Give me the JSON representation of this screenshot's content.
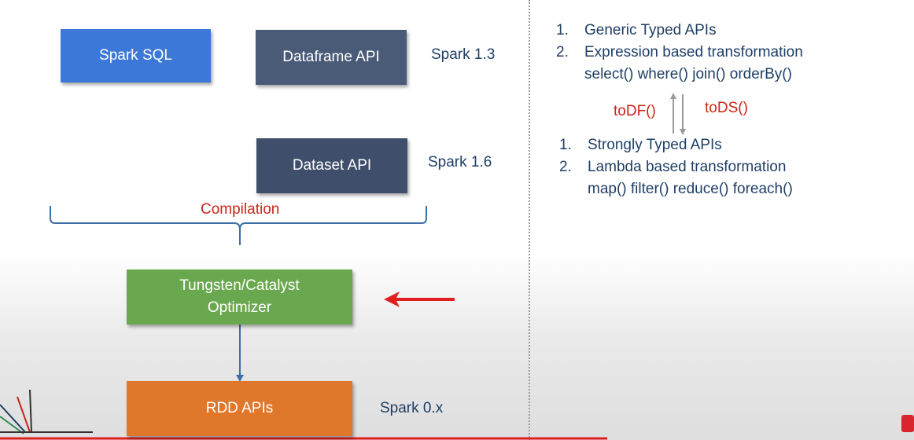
{
  "left": {
    "spark_sql": "Spark SQL",
    "dataframe_api": "Dataframe API",
    "dataset_api": "Dataset API",
    "spark_13": "Spark 1.3",
    "spark_16": "Spark 1.6",
    "compilation": "Compilation",
    "optimizer_line1": "Tungsten/Catalyst",
    "optimizer_line2": "Optimizer",
    "rdd_apis": "RDD APIs",
    "spark_0x": "Spark 0.x"
  },
  "right": {
    "top_list": [
      {
        "num": "1.",
        "text": "Generic Typed APIs"
      },
      {
        "num": "2.",
        "text": "Expression based transformation"
      }
    ],
    "top_sub": "select() where() join() orderBy()",
    "to_df": "toDF()",
    "to_ds": "toDS()",
    "bottom_list": [
      {
        "num": "1.",
        "text": "Strongly Typed APIs"
      },
      {
        "num": "2.",
        "text": "Lambda based transformation"
      }
    ],
    "bottom_sub": "map() filter() reduce() foreach()"
  },
  "colors": {
    "spark_sql": "#3c78d8",
    "dataframe": "#4a5b78",
    "dataset": "#3f4f6b",
    "optimizer": "#6aa84f",
    "rdd": "#e0782b",
    "accent_red": "#c8261a",
    "text_blue": "#1f3f66"
  }
}
